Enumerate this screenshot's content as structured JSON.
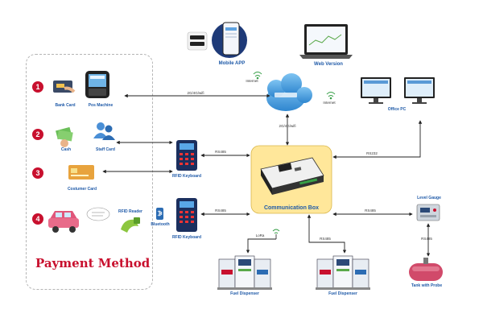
{
  "payment": {
    "title": "Payment Method",
    "steps": [
      {
        "num": "1",
        "items": [
          "Bank Card",
          "Pos Machine"
        ]
      },
      {
        "num": "2",
        "items": [
          "Cash",
          "Staff Card"
        ]
      },
      {
        "num": "3",
        "items": [
          "Costumer Card"
        ]
      },
      {
        "num": "4",
        "items": [
          "RFID Reader"
        ]
      }
    ]
  },
  "cloud": {
    "mobile_app": "Mobile APP",
    "web_version": "Web Version",
    "internet_left": "Internet",
    "internet_right": "Internet",
    "label_4g_a": "2G/4G/wifi",
    "label_4g_b": "2G/4G/wifi"
  },
  "devices": {
    "office_pc": "Office PC",
    "rfid_keyboard_1": "RFID Keyboard",
    "rfid_keyboard_2": "RFID Keyboard",
    "bluetooth": "Bluetooth",
    "comm_box": "Communication Box",
    "level_gauge": "Level Gauge",
    "tank": "Tank with Probe",
    "fuel_dispenser_1": "Fuel Dispenser",
    "fuel_dispenser_2": "Fuel Dispenser"
  },
  "links": {
    "rs485_1": "RS485",
    "rs485_2": "RS485",
    "rs232": "RS232",
    "rs485_gauge": "RS485",
    "rs485_tank": "RS485",
    "lora": "LoRa",
    "rs485_disp": "RS485"
  },
  "colors": {
    "accent_red": "#c8102e",
    "label_blue": "#1f5aa8",
    "box_yellow": "#ffe79a"
  }
}
